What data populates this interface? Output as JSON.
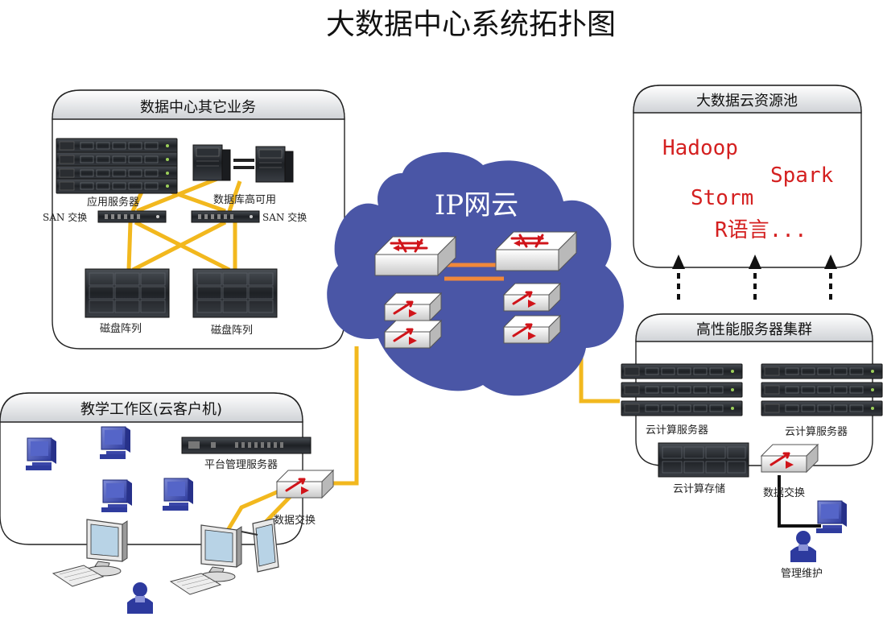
{
  "title": "大数据中心系统拓扑图",
  "groups": {
    "dc_other": "数据中心其它业务",
    "bigdata_pool": "大数据云资源池",
    "hpc_cluster": "高性能服务器集群",
    "teaching": "教学工作区(云客户机)"
  },
  "cloud": {
    "label": "IP网云",
    "color": "#4a56a6"
  },
  "labels": {
    "app_server": "应用服务器",
    "db_ha": "数据库高可用",
    "san_left": "SAN 交换",
    "san_right": "SAN 交换",
    "disk_left": "磁盘阵列",
    "disk_right": "磁盘阵列",
    "cloud_server_left": "云计算服务器",
    "cloud_server_right": "云计算服务器",
    "cloud_storage": "云计算存储",
    "data_switch_right": "数据交换",
    "mgmt": "管理维护",
    "platform_server": "平台管理服务器",
    "data_switch_left": "数据交换"
  },
  "techs": [
    "Hadoop",
    "Spark",
    "Storm",
    "R语言..."
  ],
  "colors": {
    "link": "#f2b81e",
    "tech_text": "#d42020",
    "trunk": "#f0883a"
  }
}
